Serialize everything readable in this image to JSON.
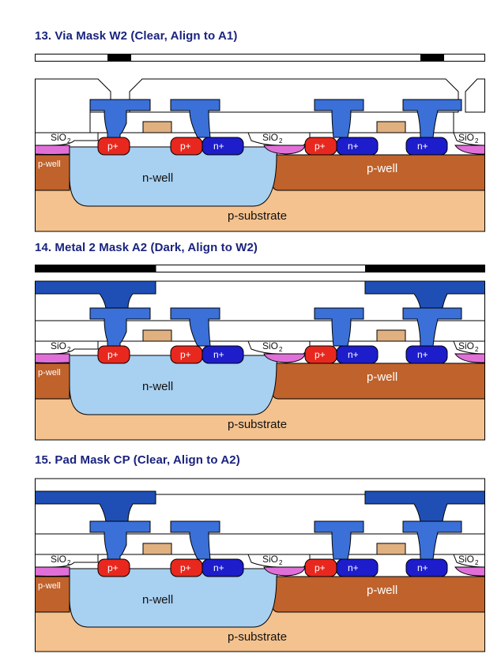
{
  "steps": [
    {
      "title": "13. Via Mask W2 (Clear, Align to A1)",
      "mask_type": "clear"
    },
    {
      "title": "14. Metal 2 Mask A2 (Dark, Align to W2)",
      "mask_type": "dark"
    },
    {
      "title": "15. Pad Mask CP (Clear, Align to A2)",
      "mask_type": "clear"
    }
  ],
  "labels": {
    "oxide": "SiO",
    "oxide_sub": "2",
    "p_plus": "p+",
    "n_plus": "n+",
    "n_well": "n-well",
    "p_well": "p-well",
    "p_well_small": "p-well",
    "p_substrate": "p-substrate"
  },
  "colors": {
    "title": "#1a237e",
    "substrate": "#f4c28e",
    "p_well": "#c0622b",
    "n_well": "#a8d0f0",
    "p_plus": "#e8281e",
    "n_plus": "#1d1dcc",
    "field_oxide": "#ffffff",
    "contact_well": "#e070d8",
    "metal1": "#3a70d8",
    "metal2": "#1f4fb5",
    "poly": "#e0b080",
    "mask_dark": "#000000"
  }
}
